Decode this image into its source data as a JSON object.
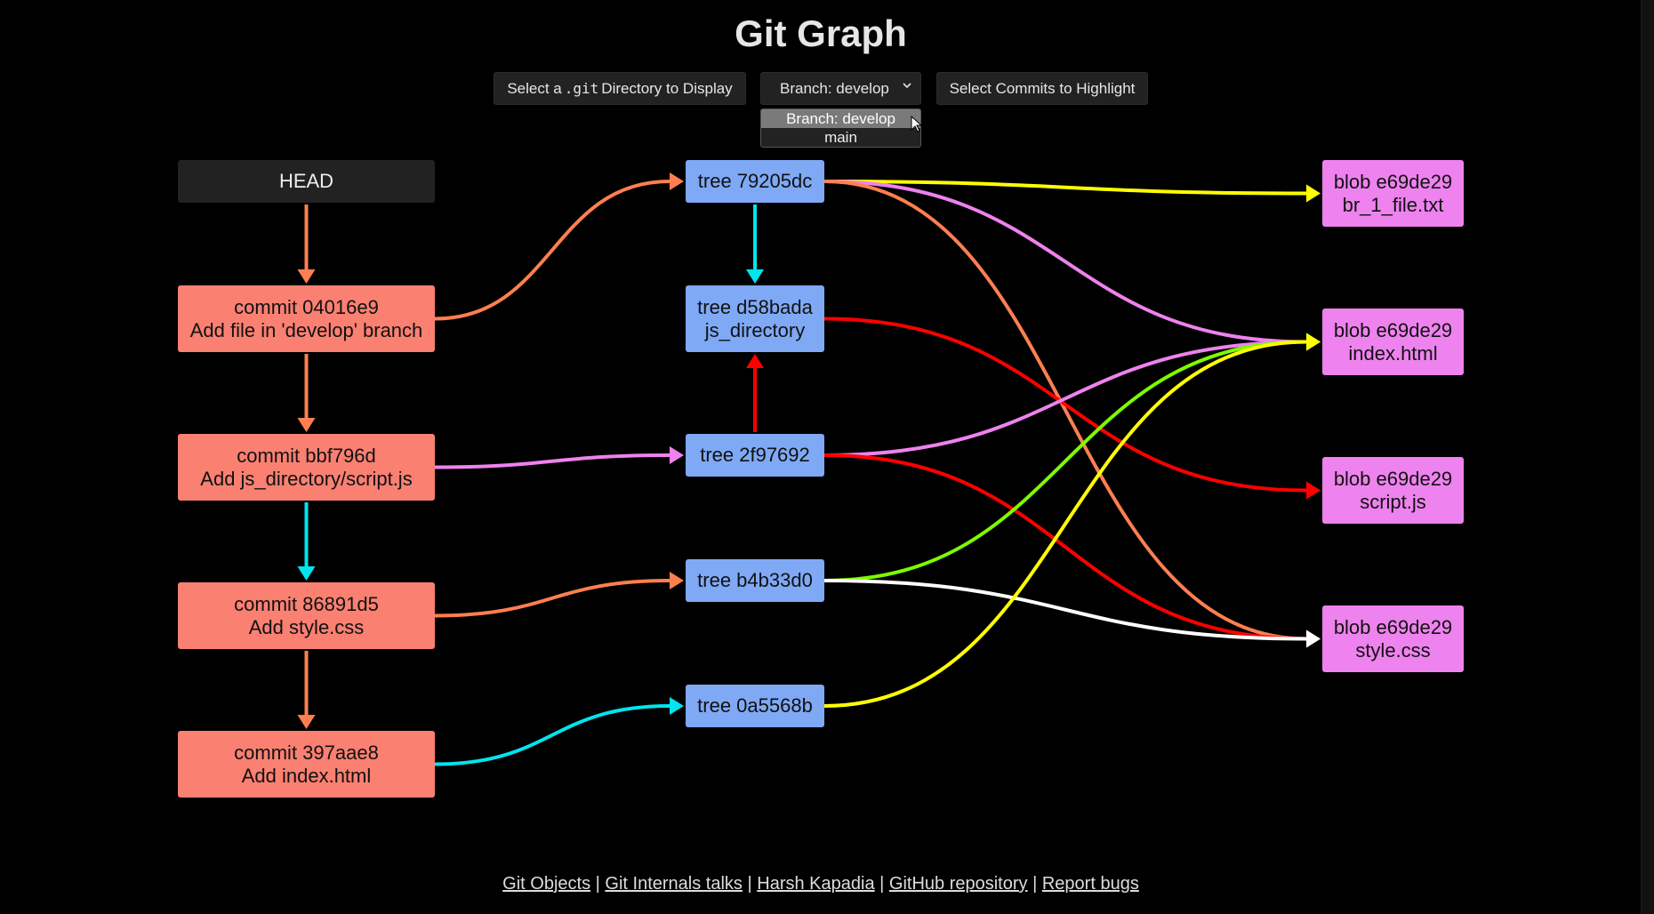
{
  "page": {
    "title": "Git Graph"
  },
  "toolbar": {
    "select_dir_prefix": "Select a",
    "select_dir_code": ".git",
    "select_dir_suffix": "Directory to Display",
    "branch_selected": "Branch: develop",
    "highlight_label": "Select Commits to Highlight"
  },
  "branch_dropdown": {
    "options": [
      "Branch: develop",
      "main"
    ]
  },
  "nodes": {
    "head": {
      "line1": "HEAD"
    },
    "commits": [
      {
        "line1": "commit 04016e9",
        "line2": "Add file in 'develop' branch"
      },
      {
        "line1": "commit bbf796d",
        "line2": "Add js_directory/script.js"
      },
      {
        "line1": "commit 86891d5",
        "line2": "Add style.css"
      },
      {
        "line1": "commit 397aae8",
        "line2": "Add index.html"
      }
    ],
    "trees": [
      {
        "line1": "tree 79205dc"
      },
      {
        "line1": "tree d58bada",
        "line2": "js_directory"
      },
      {
        "line1": "tree 2f97692"
      },
      {
        "line1": "tree b4b33d0"
      },
      {
        "line1": "tree 0a5568b"
      }
    ],
    "blobs": [
      {
        "line1": "blob e69de29",
        "line2": "br_1_file.txt"
      },
      {
        "line1": "blob e69de29",
        "line2": "index.html"
      },
      {
        "line1": "blob e69de29",
        "line2": "script.js"
      },
      {
        "line1": "blob e69de29",
        "line2": "style.css"
      }
    ]
  },
  "edges": [
    {
      "from": "head",
      "to": "commit-0",
      "color": "#ff7f50"
    },
    {
      "from": "commit-0",
      "to": "commit-1",
      "color": "#ff7f50"
    },
    {
      "from": "commit-1",
      "to": "commit-2",
      "color": "#00e5ee"
    },
    {
      "from": "commit-2",
      "to": "commit-3",
      "color": "#ff7f50"
    },
    {
      "from": "commit-0",
      "to": "tree-0",
      "color": "#ff7f50"
    },
    {
      "from": "commit-1",
      "to": "tree-2",
      "color": "#ee82ee"
    },
    {
      "from": "commit-2",
      "to": "tree-3",
      "color": "#ff7f50"
    },
    {
      "from": "commit-3",
      "to": "tree-4",
      "color": "#00e5ee"
    },
    {
      "from": "tree-0",
      "to": "tree-1",
      "color": "#00e5ee"
    },
    {
      "from": "tree-2",
      "to": "tree-1",
      "color": "#ff0000"
    },
    {
      "from": "tree-0",
      "to": "blob-0",
      "color": "#ffff00"
    },
    {
      "from": "tree-0",
      "to": "blob-1",
      "color": "#ee82ee"
    },
    {
      "from": "tree-0",
      "to": "blob-3",
      "color": "#ff7f50"
    },
    {
      "from": "tree-1",
      "to": "blob-2",
      "color": "#ff0000"
    },
    {
      "from": "tree-2",
      "to": "blob-1",
      "color": "#ee82ee"
    },
    {
      "from": "tree-2",
      "to": "blob-3",
      "color": "#ff0000"
    },
    {
      "from": "tree-3",
      "to": "blob-1",
      "color": "#7cfc00"
    },
    {
      "from": "tree-3",
      "to": "blob-3",
      "color": "#ffffff"
    },
    {
      "from": "tree-4",
      "to": "blob-1",
      "color": "#ffff00"
    }
  ],
  "footer": {
    "links": [
      "Git Objects",
      "Git Internals talks",
      "Harsh Kapadia",
      "GitHub repository",
      "Report bugs"
    ],
    "separator": "|"
  },
  "icons": {
    "dropdown_chevron": "chevron-down-icon",
    "cursor": "mouse-pointer-icon"
  }
}
